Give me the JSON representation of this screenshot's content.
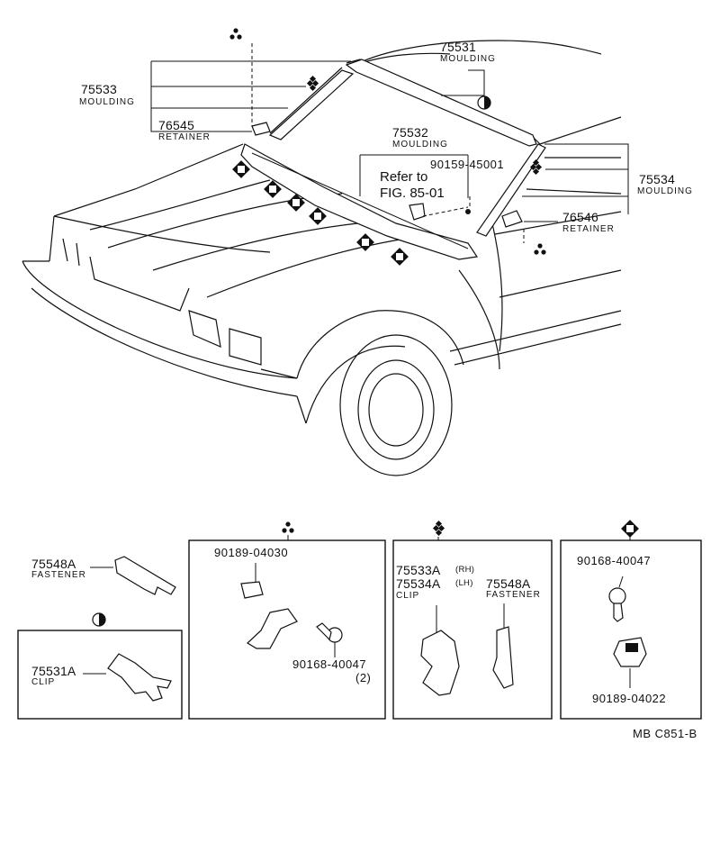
{
  "parts": {
    "moulding_75531": {
      "number": "75531",
      "name": "MOULDING"
    },
    "moulding_75533": {
      "number": "75533",
      "name": "MOULDING"
    },
    "retainer_76545": {
      "number": "76545",
      "name": "RETAINER"
    },
    "moulding_75532": {
      "number": "75532",
      "name": "MOULDING"
    },
    "screw_90159": {
      "number": "90159-45001"
    },
    "reference": {
      "line1": "Refer to",
      "line2": "FIG. 85-01"
    },
    "moulding_75534": {
      "number": "75534",
      "name": "MOULDING"
    },
    "retainer_76546": {
      "number": "76546",
      "name": "RETAINER"
    }
  },
  "details": {
    "fastener_a": {
      "number": "75548A",
      "name": "FASTENER"
    },
    "clip_75531a": {
      "number": "75531A",
      "name": "CLIP"
    },
    "panel_b": {
      "part1": "90189-04030",
      "part2": "90168-40047",
      "qty": "(2)"
    },
    "panel_c": {
      "line1": "75533A",
      "line1_side": "(RH)",
      "line2": "75534A",
      "line2_side": "(LH)",
      "name": "CLIP"
    },
    "fastener_b": {
      "number": "75548A",
      "name": "FASTENER"
    },
    "panel_d": {
      "part1": "90168-40047",
      "part2": "90189-04022"
    }
  },
  "symbols": {
    "tri_dots": "three-dot-icon",
    "diamond_four": "four-diamond-icon",
    "half_circle": "half-circle-icon",
    "diamond_square": "square-diamond-icon"
  },
  "footer": {
    "code": "MB  C851-B"
  }
}
